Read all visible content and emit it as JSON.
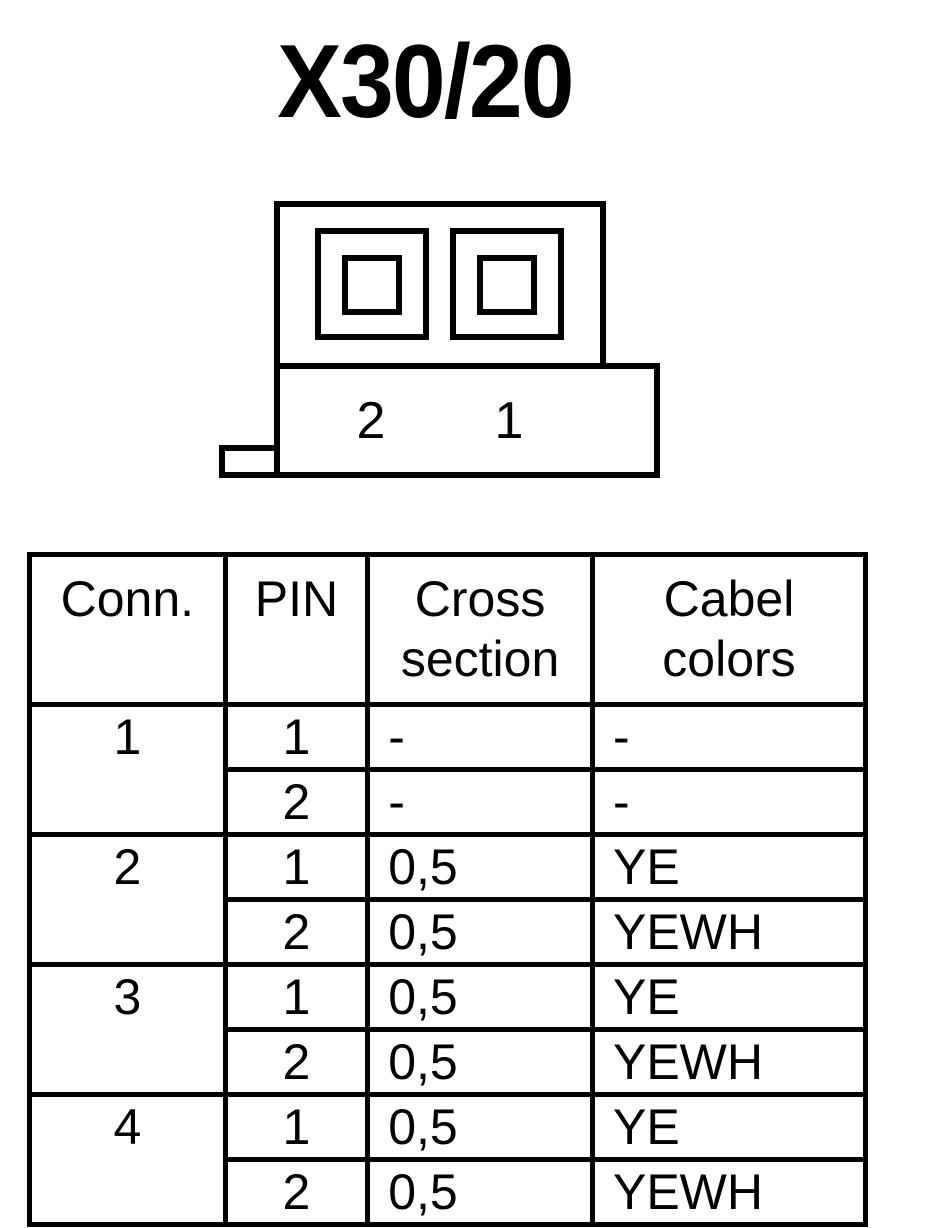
{
  "title": "X30/20",
  "connector": {
    "pin_labels": [
      "2",
      "1"
    ]
  },
  "table": {
    "headers": {
      "conn": "Conn.",
      "pin": "PIN",
      "cross_line1": "Cross",
      "cross_line2": "section",
      "color_line1": "Cabel",
      "color_line2": "colors"
    },
    "groups": [
      {
        "conn": "1",
        "rows": [
          {
            "pin": "1",
            "cross": "-",
            "color": "-"
          },
          {
            "pin": "2",
            "cross": "-",
            "color": "-"
          }
        ]
      },
      {
        "conn": "2",
        "rows": [
          {
            "pin": "1",
            "cross": "0,5",
            "color": "YE"
          },
          {
            "pin": "2",
            "cross": "0,5",
            "color": "YEWH"
          }
        ]
      },
      {
        "conn": "3",
        "rows": [
          {
            "pin": "1",
            "cross": "0,5",
            "color": "YE"
          },
          {
            "pin": "2",
            "cross": "0,5",
            "color": "YEWH"
          }
        ]
      },
      {
        "conn": "4",
        "rows": [
          {
            "pin": "1",
            "cross": "0,5",
            "color": "YE"
          },
          {
            "pin": "2",
            "cross": "0,5",
            "color": "YEWH"
          }
        ]
      }
    ]
  }
}
